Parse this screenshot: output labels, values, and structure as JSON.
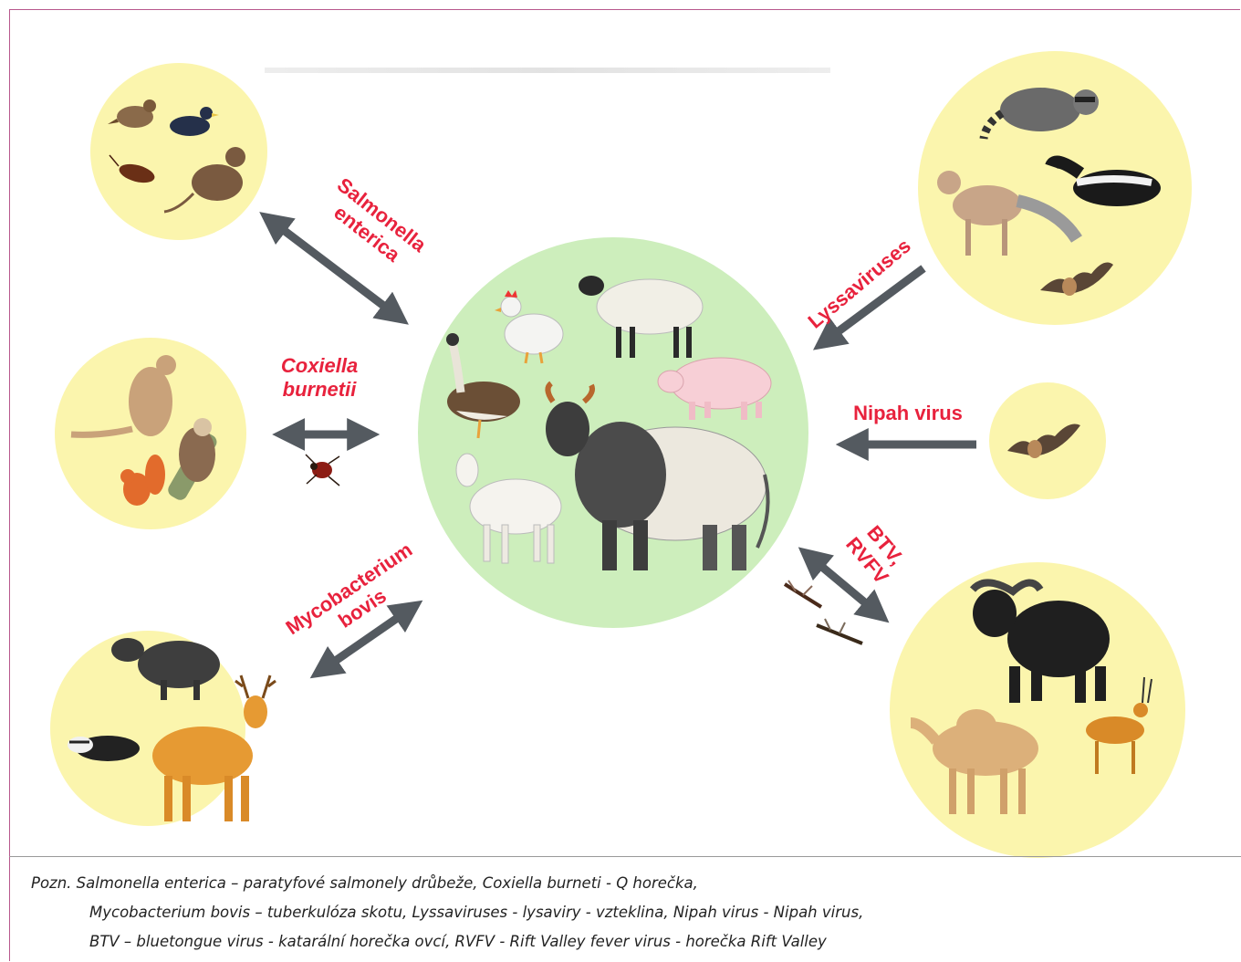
{
  "colors": {
    "center_circle": "#cdeebc",
    "outer_circle": "#fbf5ad",
    "arrow": "#545a60",
    "label_red": "#e8223d"
  },
  "pathogens": {
    "salmonella": "Salmonella\nenterica",
    "coxiella": "Coxiella\nburnetii",
    "mycobacterium": "Mycobacterium\nbovis",
    "lyssa": "Lyssaviruses",
    "nipah": "Nipah virus",
    "btv": "BTV,\nRVFV"
  },
  "icons": {
    "center": [
      "chicken-icon",
      "sheep-icon",
      "goose-icon",
      "pig-icon",
      "zebu-cattle-icon",
      "goat-icon"
    ],
    "top_left": [
      "sparrow-icon",
      "starling-icon",
      "cockroach-icon",
      "rat-icon"
    ],
    "mid_left": [
      "kangaroo-icon",
      "squirrel-icon",
      "sloth-icon",
      "tick-icon"
    ],
    "bottom_left": [
      "wild-boar-icon",
      "badger-icon",
      "deer-icon"
    ],
    "top_right": [
      "raccoon-icon",
      "fox-icon",
      "skunk-icon",
      "bat-icon"
    ],
    "mid_right": [
      "bat-icon"
    ],
    "bottom_right": [
      "buffalo-icon",
      "camel-icon",
      "gazelle-icon",
      "mosquito-icon",
      "midge-icon"
    ]
  },
  "note": {
    "line1": "Pozn. Salmonella enterica – paratyfové salmonely drůbeže, Coxiella burneti - Q horečka,",
    "line2": "Mycobacterium bovis – tuberkulóza skotu, Lyssaviruses -  lysaviry - vzteklina, Nipah virus - Nipah virus,",
    "line3": "BTV – bluetongue virus - katarální horečka ovcí, RVFV - Rift Valley fever virus - horečka Rift Valley"
  }
}
